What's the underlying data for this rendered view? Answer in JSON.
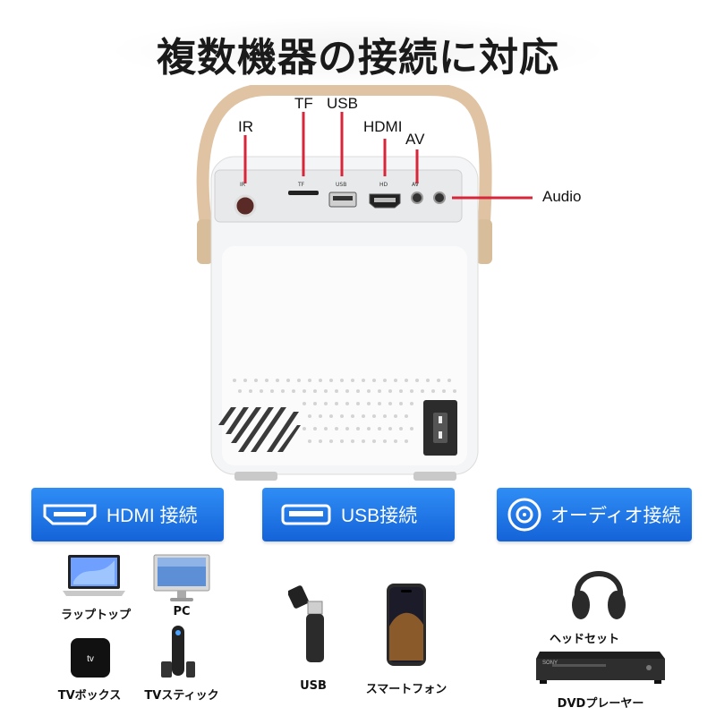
{
  "title": "複数機器の接続に対応",
  "ports": {
    "ir": "IR",
    "tf": "TF",
    "usb": "USB",
    "hdmi": "HDMI",
    "av": "AV",
    "audio": "Audio"
  },
  "panel_marks": {
    "ir": "IR",
    "tf": "TF",
    "usb": "USB",
    "hd": "HD",
    "av": "AV"
  },
  "categories": {
    "hdmi": {
      "label": "HDMI 接続",
      "icon": "hdmi-port-icon"
    },
    "usb": {
      "label": "USB接続",
      "icon": "usb-port-icon"
    },
    "audio": {
      "label": "オーディオ接続",
      "icon": "audio-disc-icon"
    }
  },
  "devices": {
    "laptop": "ラップトップ",
    "pc": "PC",
    "tvbox": "TVボックス",
    "tvstick": "TVスティック",
    "usb": "USB",
    "smartphone": "スマートフォン",
    "headset": "ヘッドセット",
    "dvd": "DVDプレーヤー",
    "dvd_brand": "SONY"
  },
  "colors": {
    "accent_blue": "#1a6fe6",
    "pointer_red": "#d9253a",
    "handle_tan": "#e0c4a4"
  }
}
